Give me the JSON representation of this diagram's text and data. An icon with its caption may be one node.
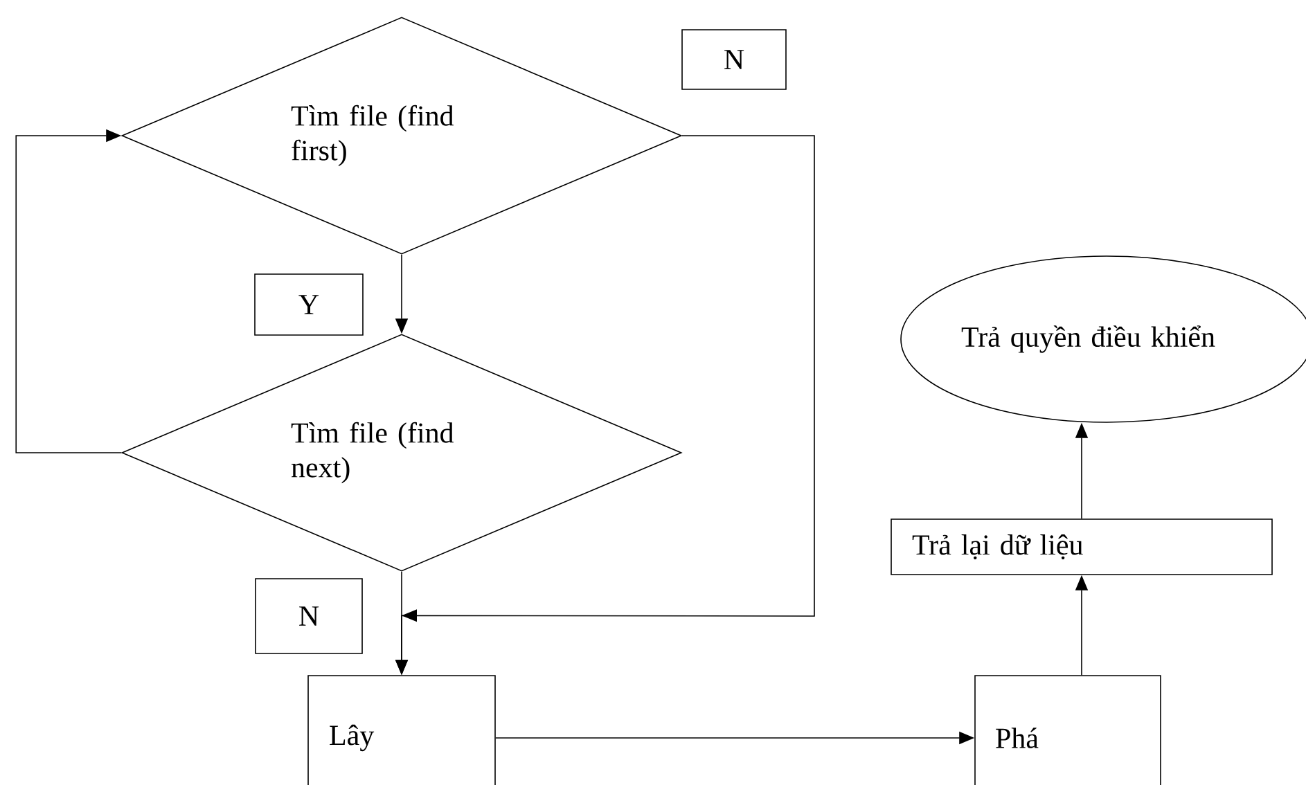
{
  "diagram": {
    "nodes": [
      {
        "text": [
          "Tìm file (find first)"
        ]
      },
      {
        "text": [
          "N"
        ]
      },
      {
        "text": [
          "Trả quyền điều khiển"
        ]
      },
      {
        "text": [
          "Y"
        ]
      },
      {
        "text": [
          "Tìm file (find next)"
        ]
      },
      {
        "text": [
          "Trả lại dữ liệu"
        ]
      },
      {
        "text": [
          "N"
        ]
      },
      {
        "text": [
          "Lây"
        ]
      },
      {
        "text": [
          "Phá"
        ]
      }
    ],
    "edges": [
      {
        "from": 0,
        "to": 4,
        "arrow": "to"
      },
      {
        "from": 4,
        "to": 0,
        "arrow": "to"
      },
      {
        "from": 0,
        "to": 7,
        "arrow": "to"
      },
      {
        "from": 4,
        "to": 7,
        "arrow": "to"
      },
      {
        "from": 7,
        "to": 8,
        "arrow": "to"
      },
      {
        "from": 8,
        "to": 5,
        "arrow": "to"
      },
      {
        "from": 5,
        "to": 2,
        "arrow": "to"
      }
    ]
  }
}
